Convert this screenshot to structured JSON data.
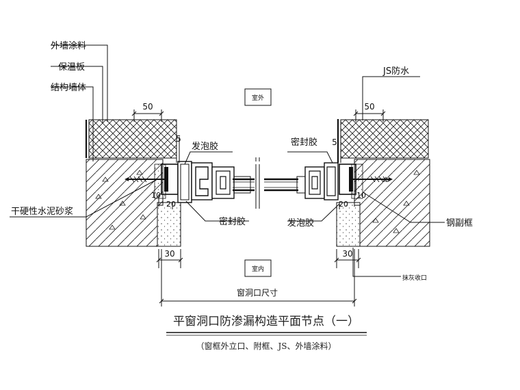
{
  "labels": {
    "exterior_coating": "外墙涂料",
    "insulation_board": "保温板",
    "structural_wall": "结构墙体",
    "outdoor": "室外",
    "indoor": "室内",
    "js_waterproof": "JS防水",
    "foam_left": "发泡胶",
    "sealant_right": "密封胶",
    "sealant_bottom": "密封胶",
    "foam_bottom": "发泡胶",
    "dry_mortar": "干硬性水泥砂浆",
    "steel_subframe": "钢副框",
    "plaster_finish": "抹灰收口",
    "opening_size": "窗洞口尺寸"
  },
  "dims": {
    "d50_left": "50",
    "d50_right": "50",
    "d5_left": "5",
    "d5_right": "5",
    "d10_left": "10",
    "d10_right": "10",
    "d20_left": "20",
    "d20_right": "20",
    "d30_left": "30",
    "d30_right": "30"
  },
  "title": "平窗洞口防渗漏构造平面节点（一）",
  "subtitle": "（窗框外立口、附框、JS、外墙涂料）"
}
